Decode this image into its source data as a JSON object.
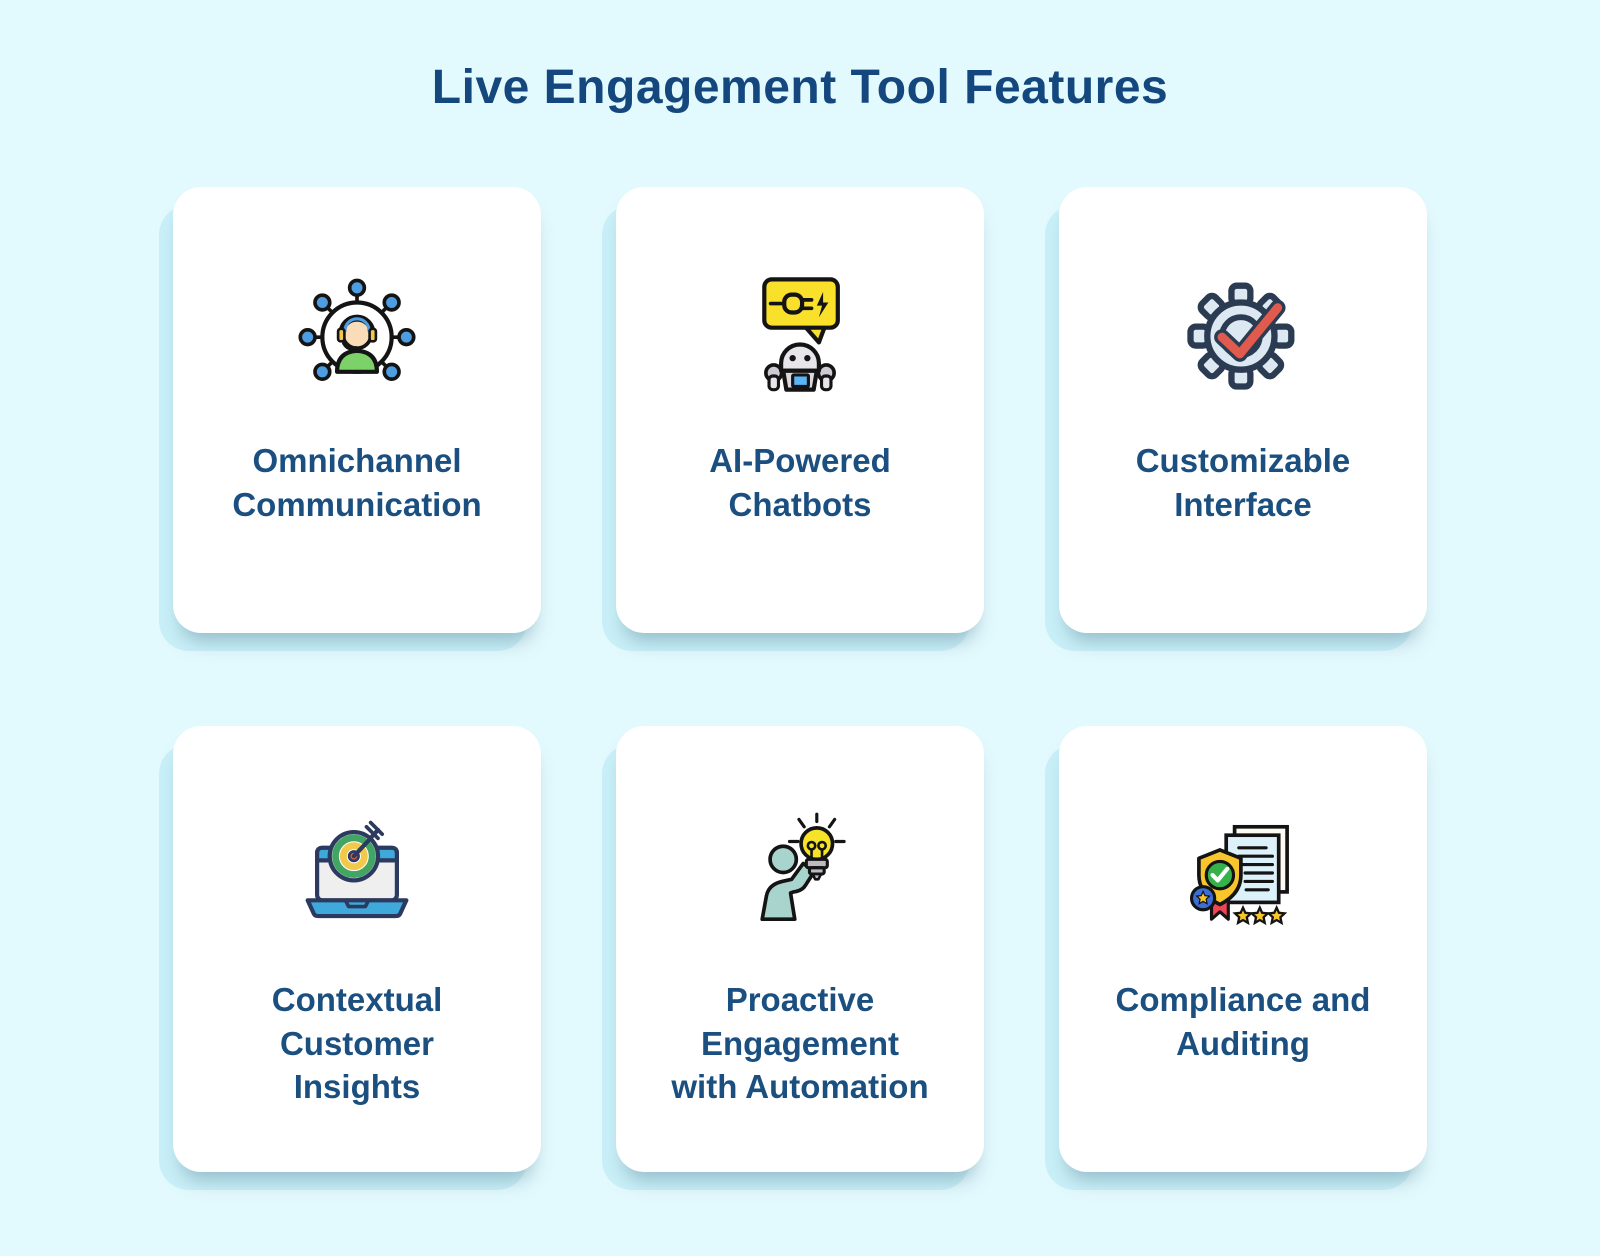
{
  "title": "Live Engagement Tool Features",
  "colors": {
    "background": "#e2f9fd",
    "card": "#ffffff",
    "card_under_layer": "#c9f0f8",
    "title_text": "#14477d",
    "label_text": "#1a4f80",
    "node_blue": "#4d9de0",
    "person_green": "#7cd168",
    "bubble_yellow": "#f8e02b",
    "gear_fill": "#dde9f2",
    "check_red": "#e05a4e",
    "laptop_blue": "#3fa9dc",
    "target_green": "#43a564",
    "target_yellow": "#f3c94b",
    "target_red": "#e2574c",
    "bulb_yellow": "#f6e229",
    "person_teal": "#a9d4cd",
    "shield_yellow": "#f8c62b",
    "check_green": "#35b34a",
    "ribbon_red": "#ee4454",
    "badge_blue": "#3a6fd8"
  },
  "cards": [
    {
      "icon": "omnichannel-network-agent-icon",
      "label": "Omnichannel\nCommunication"
    },
    {
      "icon": "chatbot-robot-speech-icon",
      "label": "AI-Powered\nChatbots"
    },
    {
      "icon": "gear-checkmark-icon",
      "label": "Customizable\nInterface"
    },
    {
      "icon": "laptop-target-icon",
      "label": "Contextual\nCustomer\nInsights"
    },
    {
      "icon": "person-lightbulb-icon",
      "label": "Proactive\nEngagement\nwith Automation"
    },
    {
      "icon": "certificate-documents-icon",
      "label": "Compliance and\nAuditing"
    }
  ]
}
